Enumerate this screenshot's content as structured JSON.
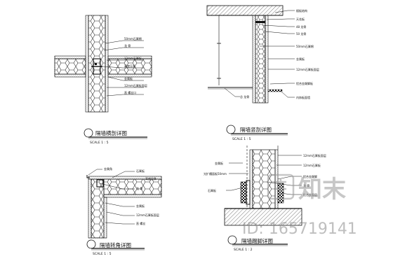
{
  "details": [
    {
      "caption": "隔墙横剖详图",
      "scale": "SCALE  1 : 5",
      "labels": [
        "50mm石膏棉",
        "龙 骨",
        "12mm石膏板",
        "高度压条",
        "金属板",
        "12mm石膏板面层",
        "直 螺丝口"
      ]
    },
    {
      "caption": "隔墙竖剖详图",
      "scale": "SCALE  1 : 5",
      "labels": [
        "楼板结构",
        "天花板",
        "48 龙骨",
        "50 龙骨",
        "50mm石膏棉",
        "金属板",
        "12mm石膏板面层",
        "铝合金踢脚板",
        "总 龙骨",
        "内饰板面墙"
      ]
    },
    {
      "caption": "隔墙转角详图",
      "scale": "SCALE  1 : 5",
      "labels": [
        "金属角",
        "石膏板",
        "高度压条",
        "龙 骨",
        "金属板",
        "12mm石膏板面层",
        "直 螺丝"
      ]
    },
    {
      "caption": "隔墙踢脚详图",
      "scale": "SCALE  1 : 2",
      "labels": [
        "12mm石膏板面层",
        "金属板",
        "光扩槽面板50mm",
        "12mm石膏板",
        "铝合金踢脚",
        "石膏板",
        "龙 骨",
        "铝合金面层"
      ]
    }
  ],
  "watermark": {
    "logo_text": "知末",
    "id_text": "ID: 165719141"
  }
}
